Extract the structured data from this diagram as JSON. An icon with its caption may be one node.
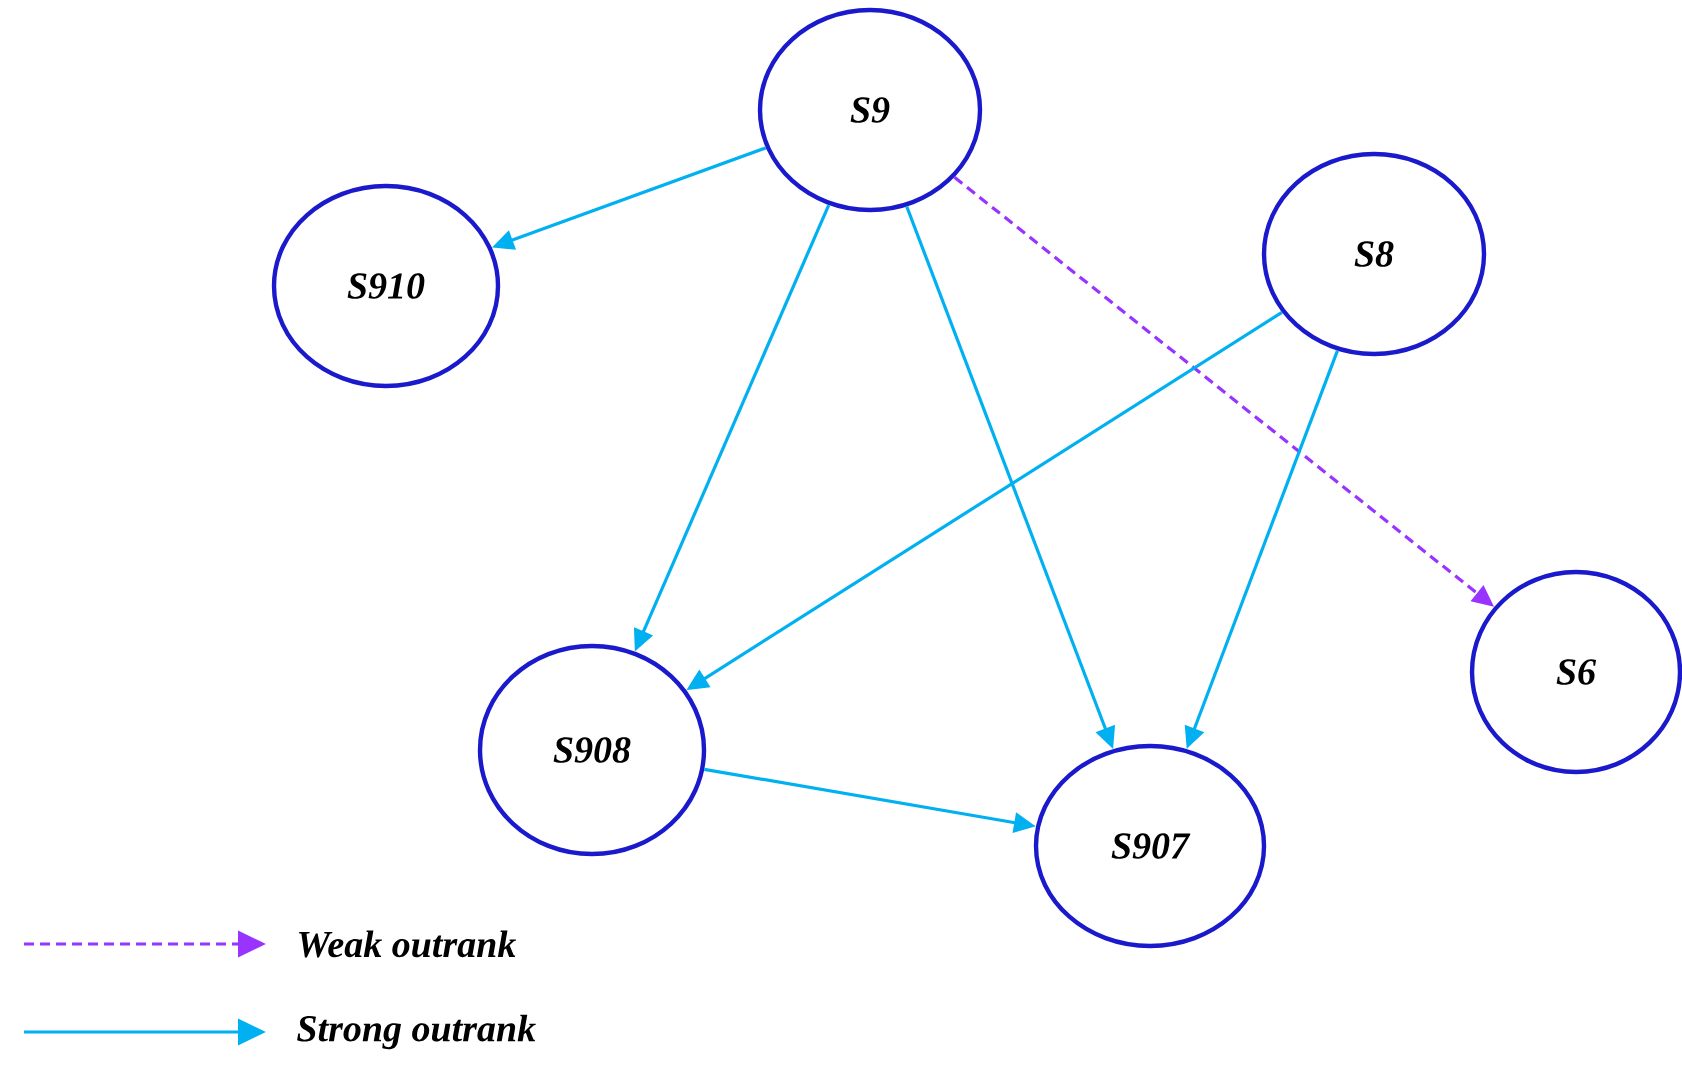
{
  "diagram": {
    "nodes": [
      {
        "text": [
          "S9"
        ]
      },
      {
        "text": [
          "S910"
        ]
      },
      {
        "text": [
          "S8"
        ]
      },
      {
        "text": [
          "S908"
        ]
      },
      {
        "text": [
          "S907"
        ]
      },
      {
        "text": [
          "S6"
        ]
      }
    ],
    "edges": [
      {
        "from": 0,
        "to": 1,
        "arrow": "to"
      },
      {
        "from": 0,
        "to": 3,
        "arrow": "to"
      },
      {
        "from": 0,
        "to": 4,
        "arrow": "to"
      },
      {
        "from": 0,
        "to": 5,
        "arrow": "to",
        "style": "dashed",
        "color": "#9933ff"
      },
      {
        "from": 2,
        "to": 3,
        "arrow": "to"
      },
      {
        "from": 2,
        "to": 4,
        "arrow": "to"
      },
      {
        "from": 3,
        "to": 4,
        "arrow": "to"
      }
    ],
    "legend": [
      {
        "text": "Weak outrank"
      },
      {
        "text": "Strong outrank"
      }
    ]
  }
}
